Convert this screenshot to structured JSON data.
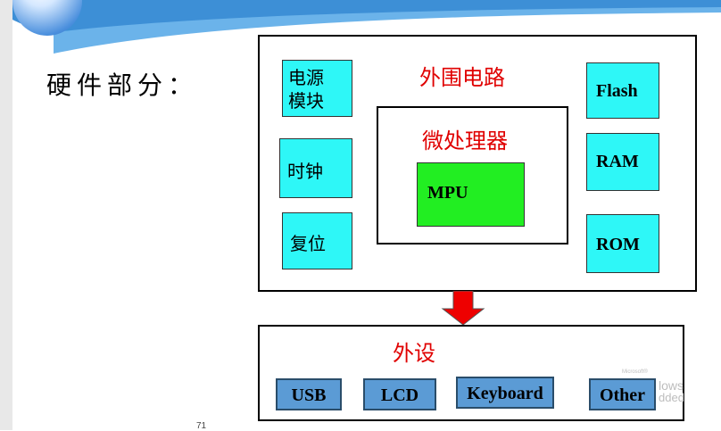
{
  "heading": "硬件部分：",
  "outer_box": {
    "title": "外围电路"
  },
  "processor_box": {
    "title": "微处理器",
    "core": "MPU"
  },
  "left_modules": [
    "电源\n模块",
    "时钟",
    "复位"
  ],
  "right_modules": [
    "Flash",
    "RAM",
    "ROM"
  ],
  "peripheral_box": {
    "title": "外设"
  },
  "peripherals": [
    "USB",
    "LCD",
    "Keyboard",
    "Other"
  ],
  "watermark": {
    "small": "Microsoft®",
    "line1": "lows",
    "line2": "dded"
  },
  "footer_mark": "71",
  "colors": {
    "module": "#2ef7f7",
    "mpu": "#22ee22",
    "peripheral": "#5b9bd5",
    "label_red": "#e00000",
    "arrow": "#ee0000"
  }
}
